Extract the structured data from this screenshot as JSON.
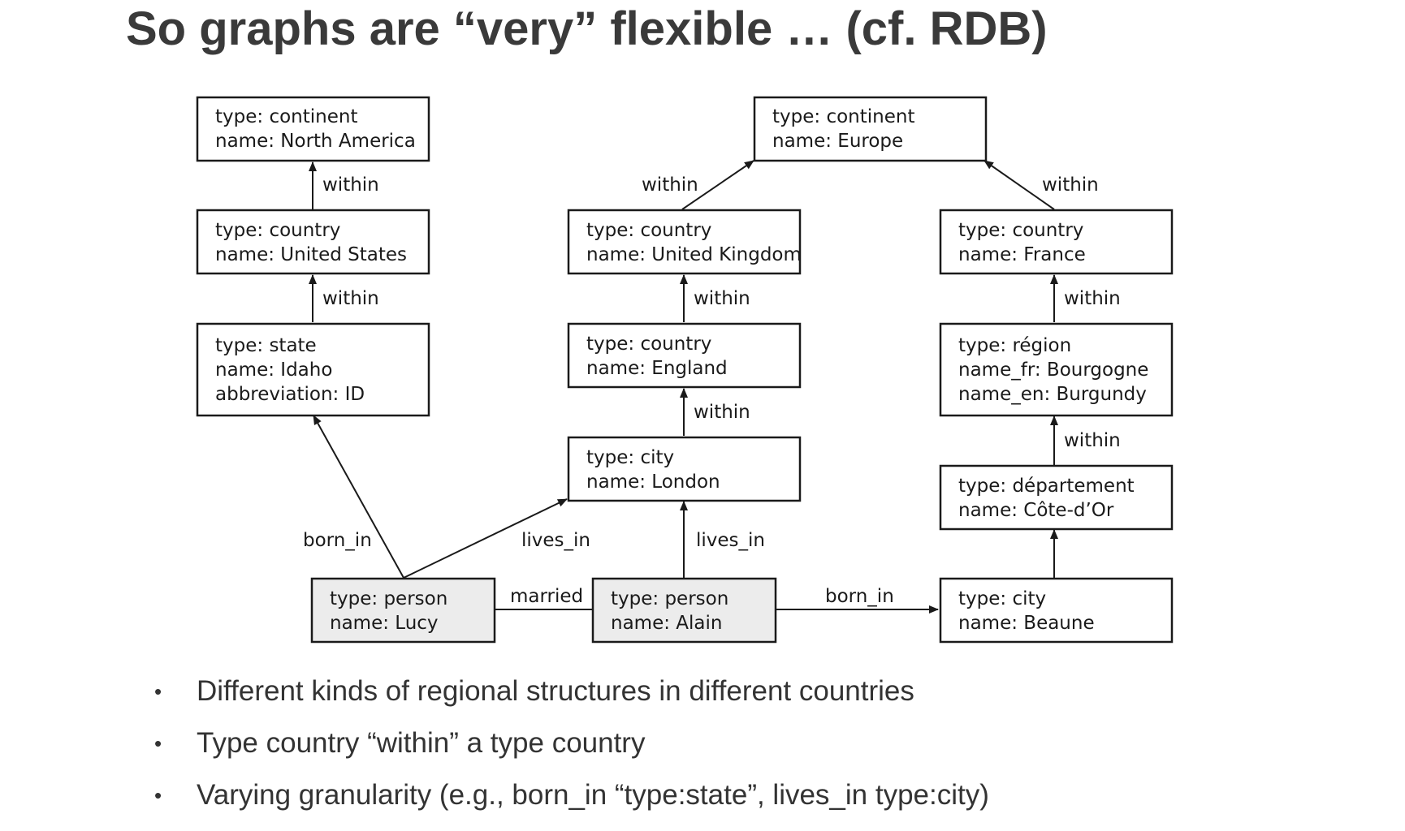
{
  "title": "So graphs are “very” flexible … (cf. RDB)",
  "nodes": {
    "north_america": [
      "type: continent",
      "name: North America"
    ],
    "europe": [
      "type: continent",
      "name: Europe"
    ],
    "united_states": [
      "type: country",
      "name: United States"
    ],
    "united_kingdom": [
      "type: country",
      "name: United Kingdom"
    ],
    "france": [
      "type: country",
      "name: France"
    ],
    "idaho": [
      "type: state",
      "name: Idaho",
      "abbreviation: ID"
    ],
    "england": [
      "type: country",
      "name: England"
    ],
    "bourgogne": [
      "type: région",
      "name_fr: Bourgogne",
      "name_en: Burgundy"
    ],
    "london": [
      "type: city",
      "name: London"
    ],
    "cote_dor": [
      "type: département",
      "name: Côte-d’Or"
    ],
    "lucy": [
      "type: person",
      "name: Lucy"
    ],
    "alain": [
      "type: person",
      "name: Alain"
    ],
    "beaune": [
      "type: city",
      "name: Beaune"
    ]
  },
  "edges": {
    "us_within": "within",
    "idaho_within": "within",
    "uk_within": "within",
    "france_within": "within",
    "england_within": "within",
    "london_within": "within",
    "bourgogne_within": "within",
    "cote_dor_within": "within",
    "lucy_born_in": "born_in",
    "lucy_lives_in": "lives_in",
    "alain_lives_in": "lives_in",
    "married": "married",
    "alain_born_in": "born_in"
  },
  "bullets": [
    "Different kinds of regional structures in different countries",
    "Type country “within” a type country",
    "Varying granularity (e.g., born_in “type:state”, lives_in type:city)"
  ]
}
